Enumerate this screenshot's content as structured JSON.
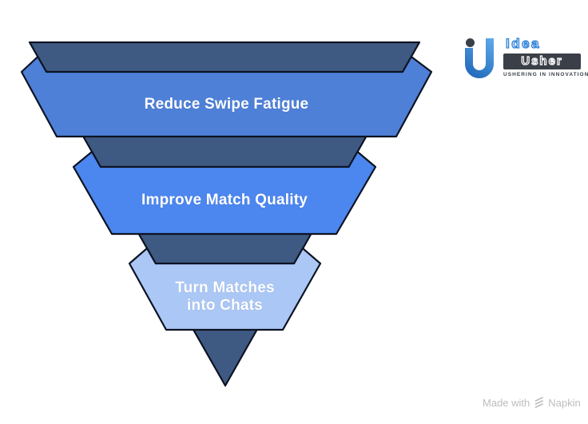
{
  "funnel": {
    "cone_color": "#3E5A82",
    "outline_color": "#0D1322",
    "label_color": "#FFFFFF",
    "levels": [
      {
        "label": "Reduce Swipe Fatigue",
        "lines": [
          "Reduce Swipe Fatigue"
        ],
        "color": "#4E80D8"
      },
      {
        "label": "Improve Match Quality",
        "lines": [
          "Improve Match Quality"
        ],
        "color": "#4C86EF"
      },
      {
        "label": "Turn Matches into Chats",
        "lines": [
          "Turn Matches",
          "into Chats"
        ],
        "color": "#ABC7F5"
      }
    ]
  },
  "logo": {
    "brand_top": "Idea",
    "brand_bottom": "Usher",
    "tagline": "USHERING IN INNOVATION",
    "accent_blue": "#2E81D8",
    "dark": "#3B3F48"
  },
  "footer": {
    "made_with_label": "Made with",
    "brand": "Napkin",
    "color": "#BDBDBD"
  }
}
